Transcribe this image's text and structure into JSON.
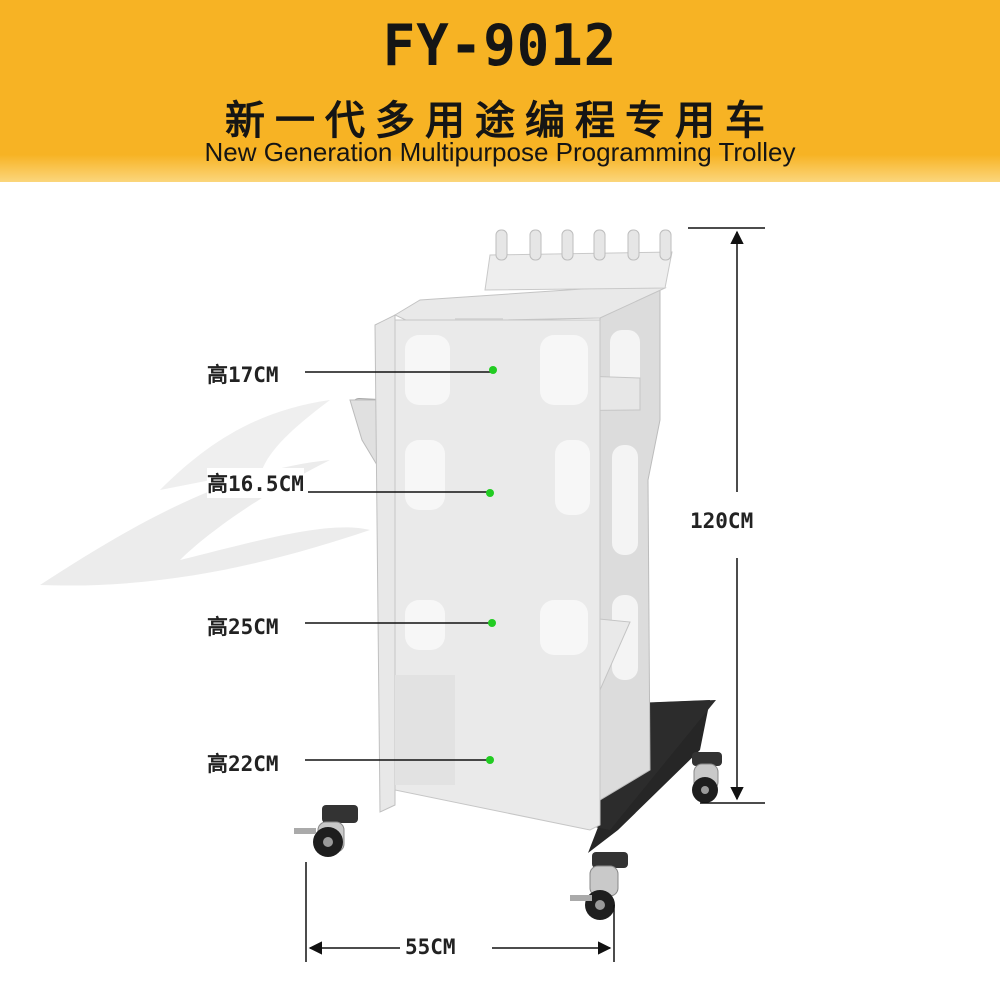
{
  "header": {
    "model": "FY-9012",
    "title_cn": "新一代多用途编程专用车",
    "title_en": "New Generation Multipurpose Programming Trolley"
  },
  "dimensions": {
    "shelf_heights": [
      "高17CM",
      "高16.5CM",
      "高25CM",
      "高22CM"
    ],
    "total_height": "120CM",
    "width": "55CM"
  },
  "colors": {
    "banner": "#f7b324",
    "frame": "#e4e4e4",
    "base": "#262626",
    "marker": "#22cc22"
  }
}
